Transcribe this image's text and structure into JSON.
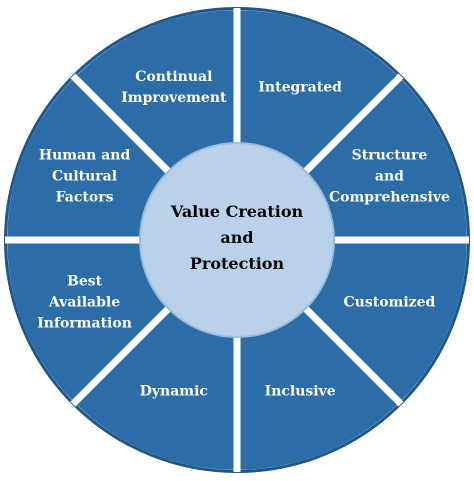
{
  "colors": {
    "segment_fill": "#2c6da8",
    "segment_edge": "#20558a",
    "hub_fill": "#b9d2ea",
    "hub_edge": "#9dbcdc",
    "divider": "#ffffff",
    "segment_text": "#ffffff",
    "hub_text": "#000000"
  },
  "center": {
    "label": "Value Creation\nand\nProtection"
  },
  "segments": [
    {
      "label": "Integrated"
    },
    {
      "label": "Structure\nand\nComprehensive"
    },
    {
      "label": "Customized"
    },
    {
      "label": "Inclusive"
    },
    {
      "label": "Dynamic"
    },
    {
      "label": "Best\nAvailable\nInformation"
    },
    {
      "label": "Human and\nCultural\nFactors"
    },
    {
      "label": "Continual\nImprovement"
    }
  ]
}
